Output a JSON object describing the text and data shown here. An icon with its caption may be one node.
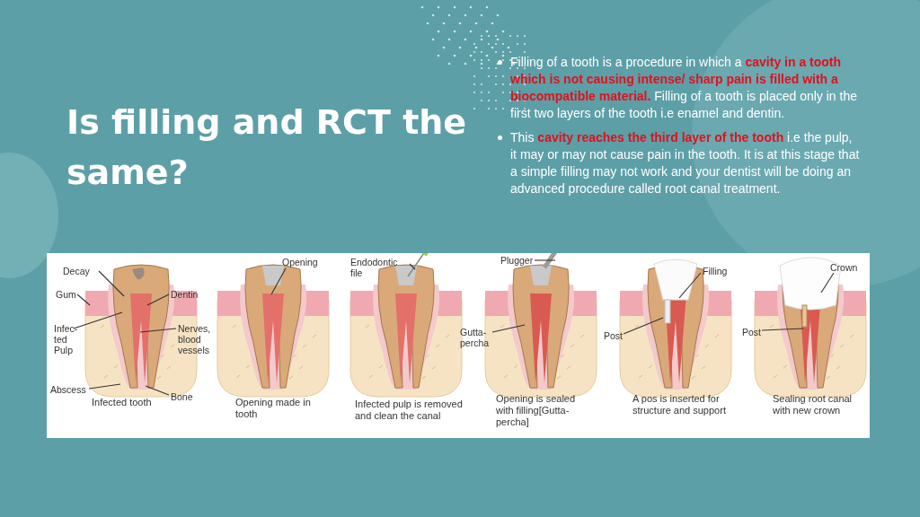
{
  "diagram": {
    "title": "Is filling and RCT the same?",
    "nodes": [
      {
        "text": [
          "Decay"
        ]
      },
      {
        "text": [
          "Gum"
        ]
      },
      {
        "text": [
          "Dentin"
        ]
      },
      {
        "text": [
          "Infec- ted Pulp"
        ]
      },
      {
        "text": [
          "Nerves, blood vessels"
        ]
      },
      {
        "text": [
          "Abscess"
        ]
      },
      {
        "text": [
          "Bone"
        ]
      },
      {
        "text": [
          "Opening"
        ]
      },
      {
        "text": [
          "Endodontic file"
        ]
      },
      {
        "text": [
          "Plugger"
        ]
      },
      {
        "text": [
          "Gutta- percha"
        ]
      },
      {
        "text": [
          "Filling"
        ]
      },
      {
        "text": [
          "Post"
        ]
      },
      {
        "text": [
          "Post"
        ]
      },
      {
        "text": [
          "Crown"
        ]
      }
    ],
    "edges": [
      {
        "from": 0,
        "to": null,
        "arrow": "none"
      },
      {
        "from": 1,
        "to": null,
        "arrow": "none"
      },
      {
        "from": 2,
        "to": null,
        "arrow": "none"
      },
      {
        "from": 3,
        "to": null,
        "arrow": "none"
      },
      {
        "from": 4,
        "to": null,
        "arrow": "none"
      },
      {
        "from": 5,
        "to": null,
        "arrow": "none"
      },
      {
        "from": 6,
        "to": null,
        "arrow": "none"
      },
      {
        "from": 7,
        "to": null,
        "arrow": "none"
      },
      {
        "from": 8,
        "to": null,
        "arrow": "none"
      },
      {
        "from": 9,
        "to": null,
        "arrow": "none"
      },
      {
        "from": 10,
        "to": null,
        "arrow": "none"
      },
      {
        "from": 11,
        "to": null,
        "arrow": "none"
      },
      {
        "from": 12,
        "to": null,
        "arrow": "none"
      },
      {
        "from": 13,
        "to": null,
        "arrow": "none"
      },
      {
        "from": 14,
        "to": null,
        "arrow": "none"
      }
    ],
    "labels": [
      "Filling of a tooth is a procedure in which a **cavity in a tooth which is not causing intense/ sharp pain is filled with a biocompatible material.** Filling of a tooth is placed only in the first two layers of the tooth i.e enamel and dentin.",
      "This **cavity reaches the third layer of the tooth** i.e the pulp, it may or may not cause pain in the tooth. It is at this stage that a simple filling may not work and your dentist will be doing an advanced procedure called root canal treatment.",
      "Infected tooth",
      "Opening made in tooth",
      "Infected pulp is removed and clean the canal",
      "Opening is sealed with filling[Gutta- percha]",
      "A pos is inserted for structure and support",
      "Sealing root canal with new crown"
    ]
  }
}
